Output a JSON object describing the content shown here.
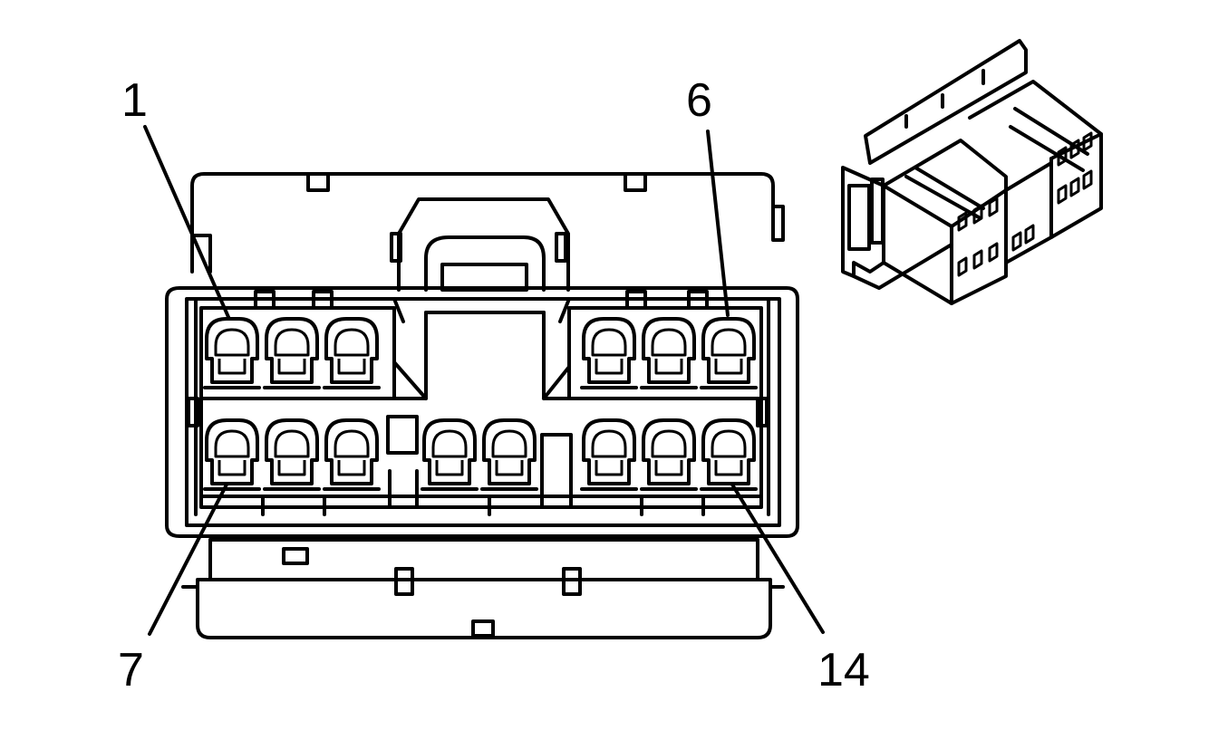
{
  "diagram": {
    "labels": {
      "pin_first_top": "1",
      "pin_last_top": "6",
      "pin_first_bottom": "7",
      "pin_last_bottom": "14"
    },
    "top_row_cavities": 6,
    "bottom_row_cavities": 8
  }
}
